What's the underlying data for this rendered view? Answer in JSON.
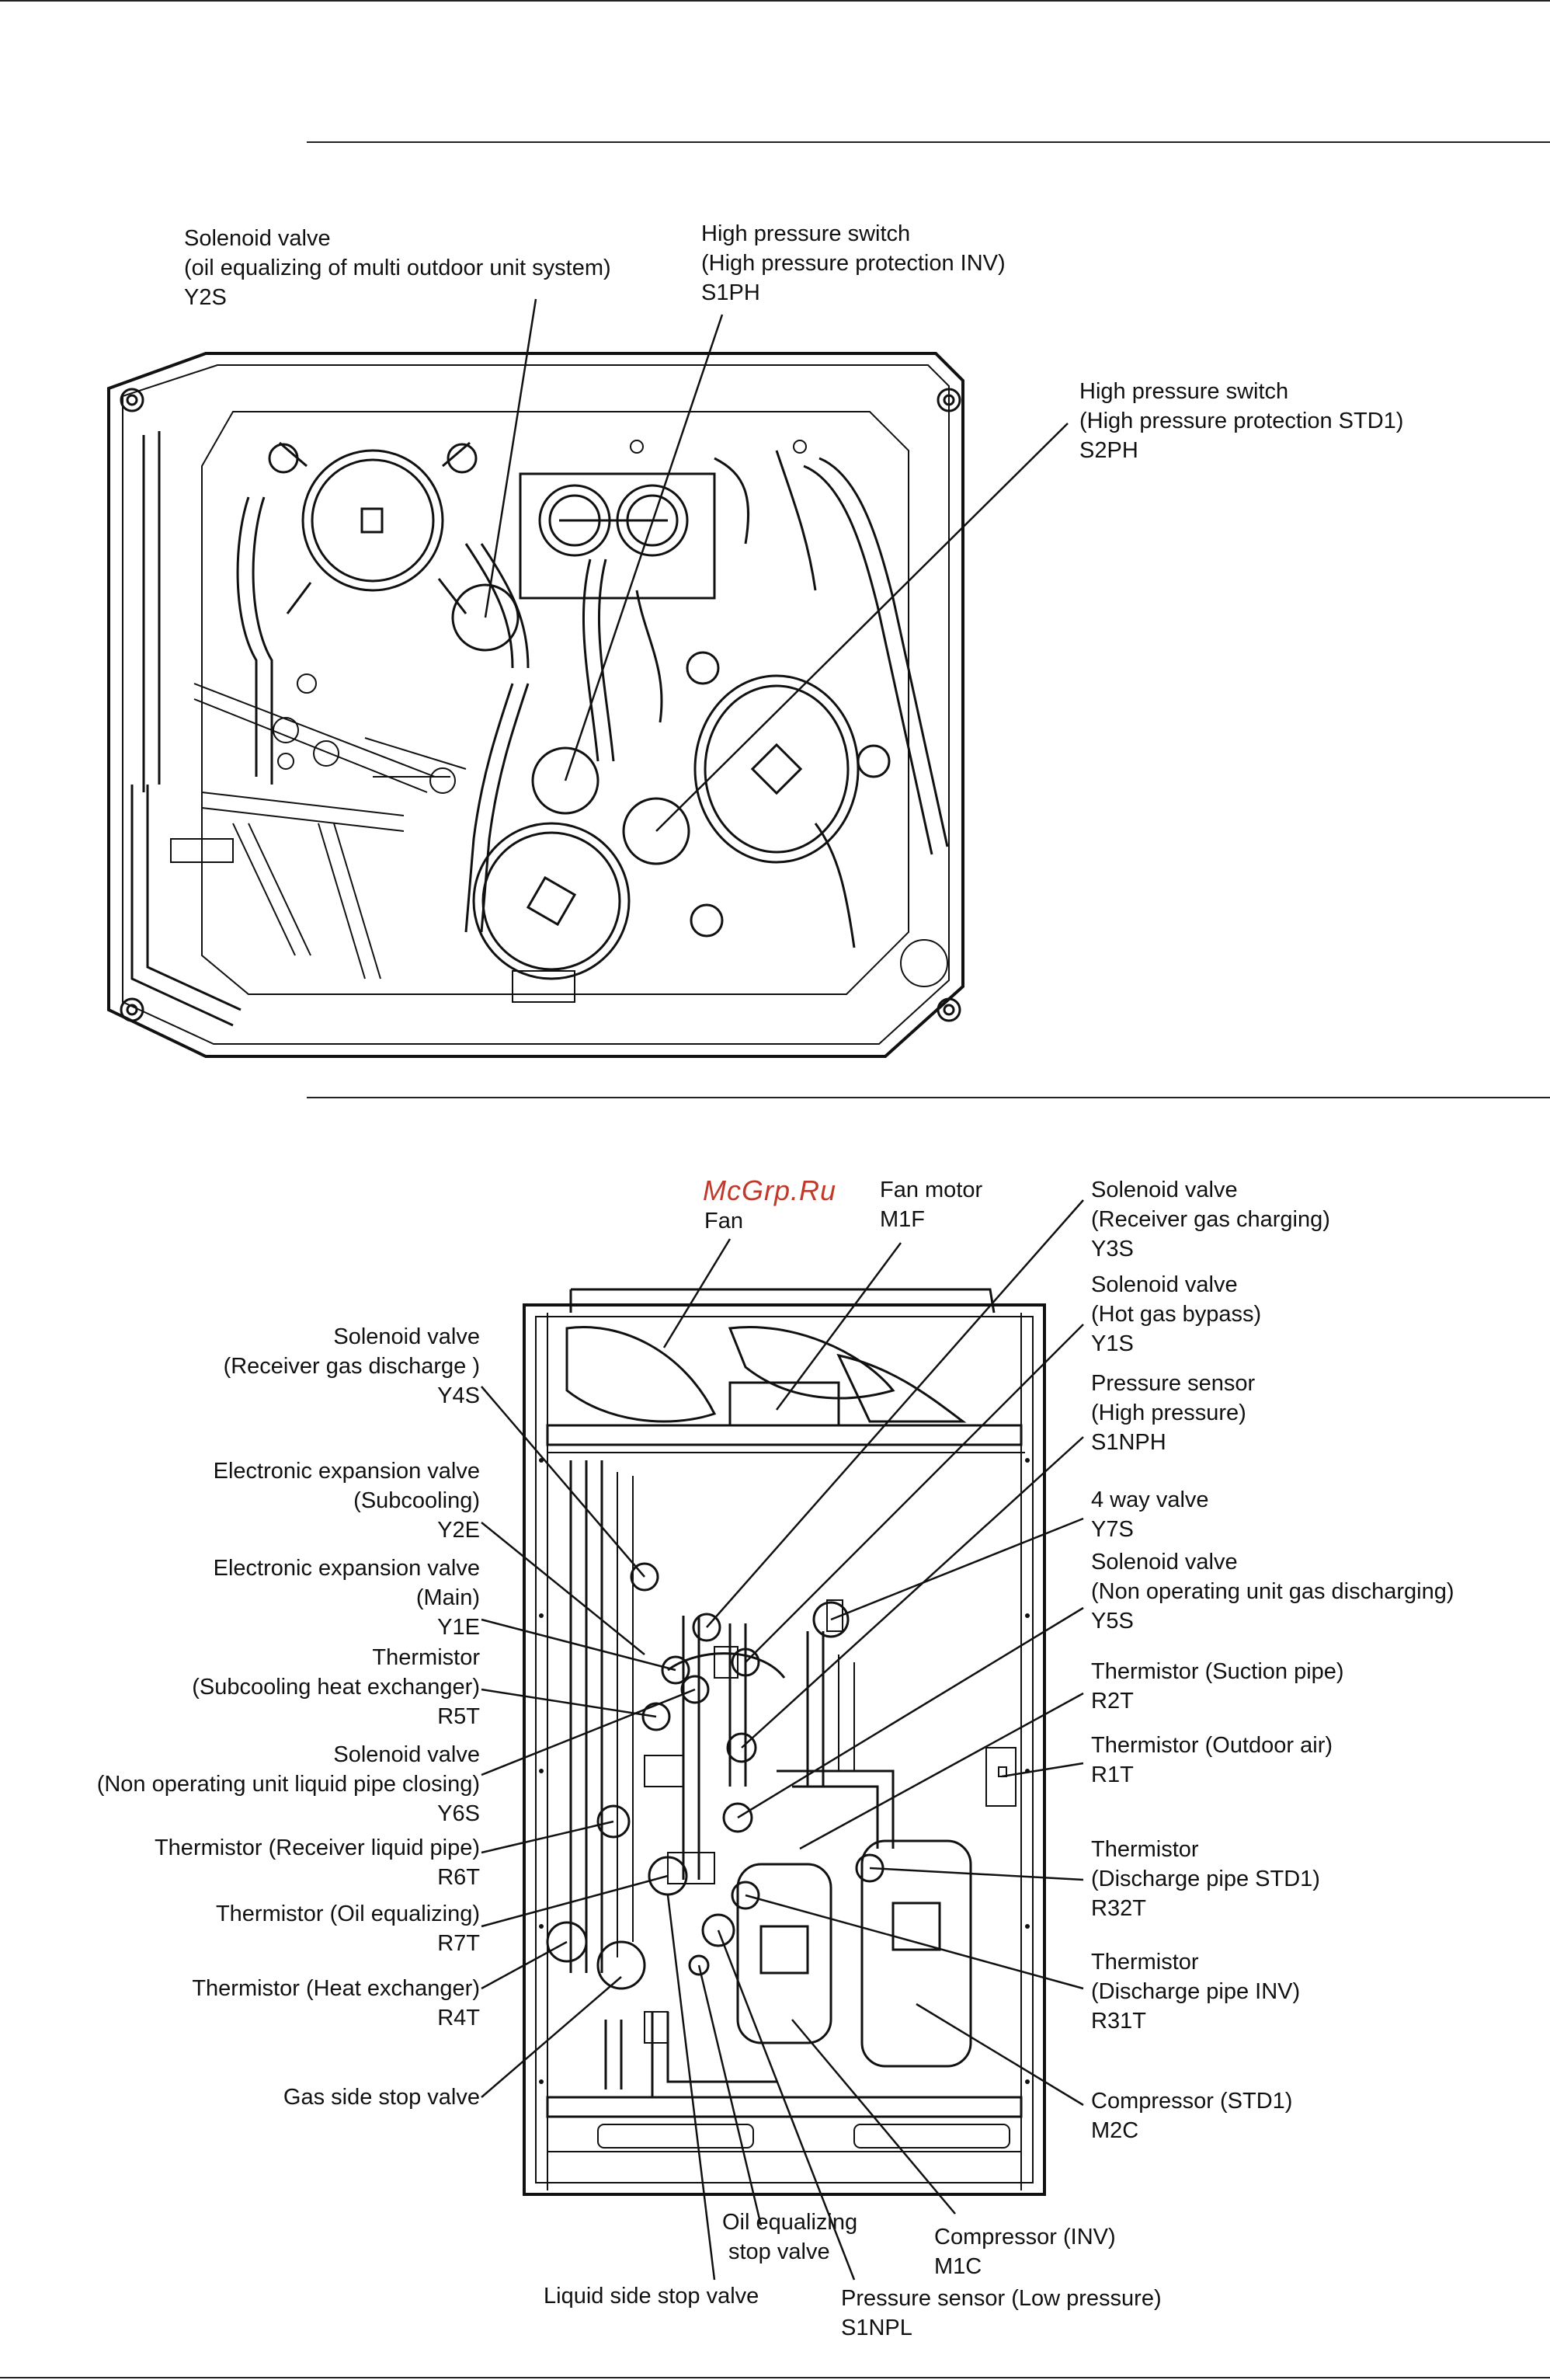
{
  "watermark": "McGrp.Ru",
  "top_view": {
    "labels": {
      "y2s": [
        "Solenoid valve",
        "(oil equalizing of multi outdoor unit system)",
        "Y2S"
      ],
      "s1ph": [
        "High pressure switch",
        "(High pressure protection INV)",
        "S1PH"
      ],
      "s2ph": [
        "High pressure switch",
        "(High pressure protection STD1)",
        "S2PH"
      ]
    }
  },
  "front_view": {
    "labels": {
      "fan": [
        "Fan"
      ],
      "m1f": [
        "Fan motor",
        "M1F"
      ],
      "y3s": [
        "Solenoid valve",
        "(Receiver gas charging)",
        "Y3S"
      ],
      "y1s": [
        "Solenoid valve",
        "(Hot gas bypass)",
        "Y1S"
      ],
      "s1nph": [
        "Pressure sensor",
        "(High pressure)",
        "S1NPH"
      ],
      "y7s": [
        "4 way valve",
        "Y7S"
      ],
      "y5s": [
        "Solenoid valve",
        "(Non operating unit gas discharging)",
        "Y5S"
      ],
      "r2t": [
        "Thermistor (Suction pipe)",
        "R2T"
      ],
      "r1t": [
        "Thermistor (Outdoor air)",
        "R1T"
      ],
      "r32t": [
        "Thermistor",
        "(Discharge pipe STD1)",
        "R32T"
      ],
      "r31t": [
        "Thermistor",
        "(Discharge pipe INV)",
        "R31T"
      ],
      "m2c": [
        "Compressor (STD1)",
        "M2C"
      ],
      "m1c": [
        "Compressor (INV)",
        "M1C"
      ],
      "s1npl": [
        "Pressure sensor (Low pressure)",
        "S1NPL"
      ],
      "oil_valve": [
        "Oil equalizing",
        "stop valve"
      ],
      "liquid_valve": [
        "Liquid side stop valve"
      ],
      "gas_valve": [
        "Gas side stop valve"
      ],
      "r4t": [
        "Thermistor (Heat exchanger)",
        "R4T"
      ],
      "r7t": [
        "Thermistor (Oil equalizing)",
        "R7T"
      ],
      "r6t": [
        "Thermistor (Receiver liquid pipe)",
        "R6T"
      ],
      "y6s": [
        "Solenoid valve",
        "(Non operating unit liquid pipe closing)",
        "Y6S"
      ],
      "r5t": [
        "Thermistor",
        "(Subcooling heat exchanger)",
        "R5T"
      ],
      "y1e": [
        "Electronic expansion valve",
        "(Main)",
        "Y1E"
      ],
      "y2e": [
        "Electronic expansion valve",
        "(Subcooling)",
        "Y2E"
      ],
      "y4s": [
        "Solenoid valve",
        "(Receiver gas discharge )",
        "Y4S"
      ]
    }
  }
}
